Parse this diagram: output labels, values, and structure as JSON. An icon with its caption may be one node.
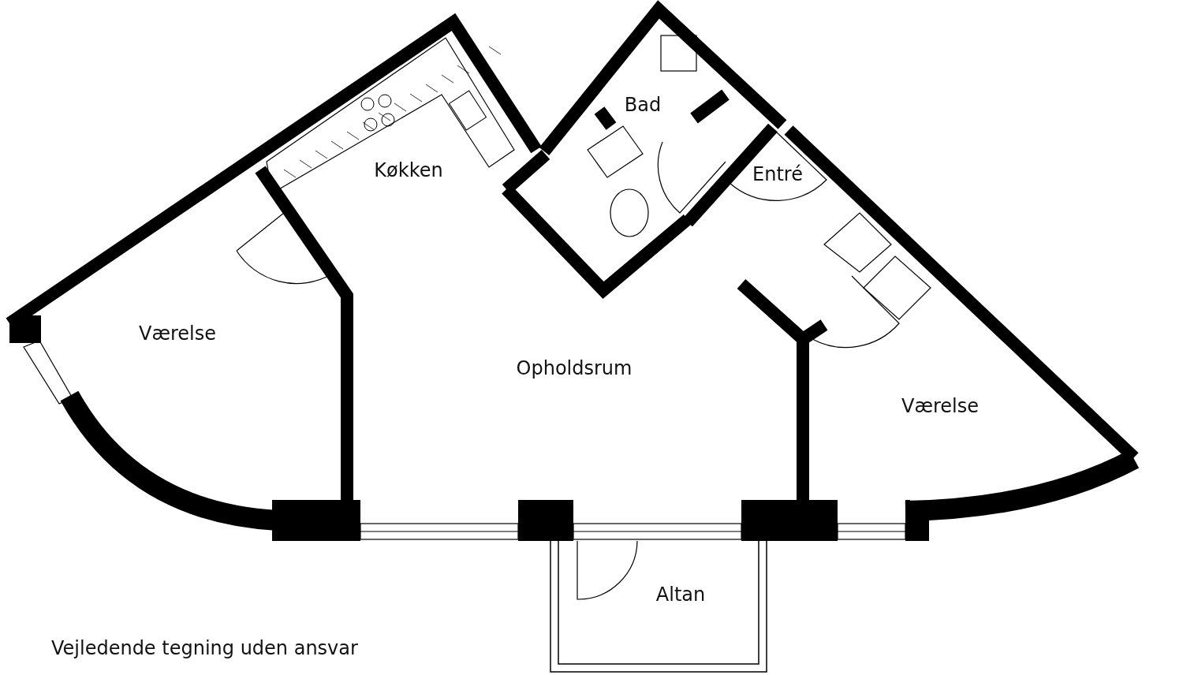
{
  "diagram": {
    "caption": "Vejledende tegning uden ansvar",
    "nodes": [
      {
        "text": [
          "Køkken"
        ]
      },
      {
        "text": [
          "Bad"
        ]
      },
      {
        "text": [
          "Entré"
        ]
      },
      {
        "text": [
          "Værelse"
        ]
      },
      {
        "text": [
          "Opholdsrum"
        ]
      },
      {
        "text": [
          "Værelse"
        ]
      },
      {
        "text": [
          "Altan"
        ]
      }
    ],
    "edges": []
  }
}
